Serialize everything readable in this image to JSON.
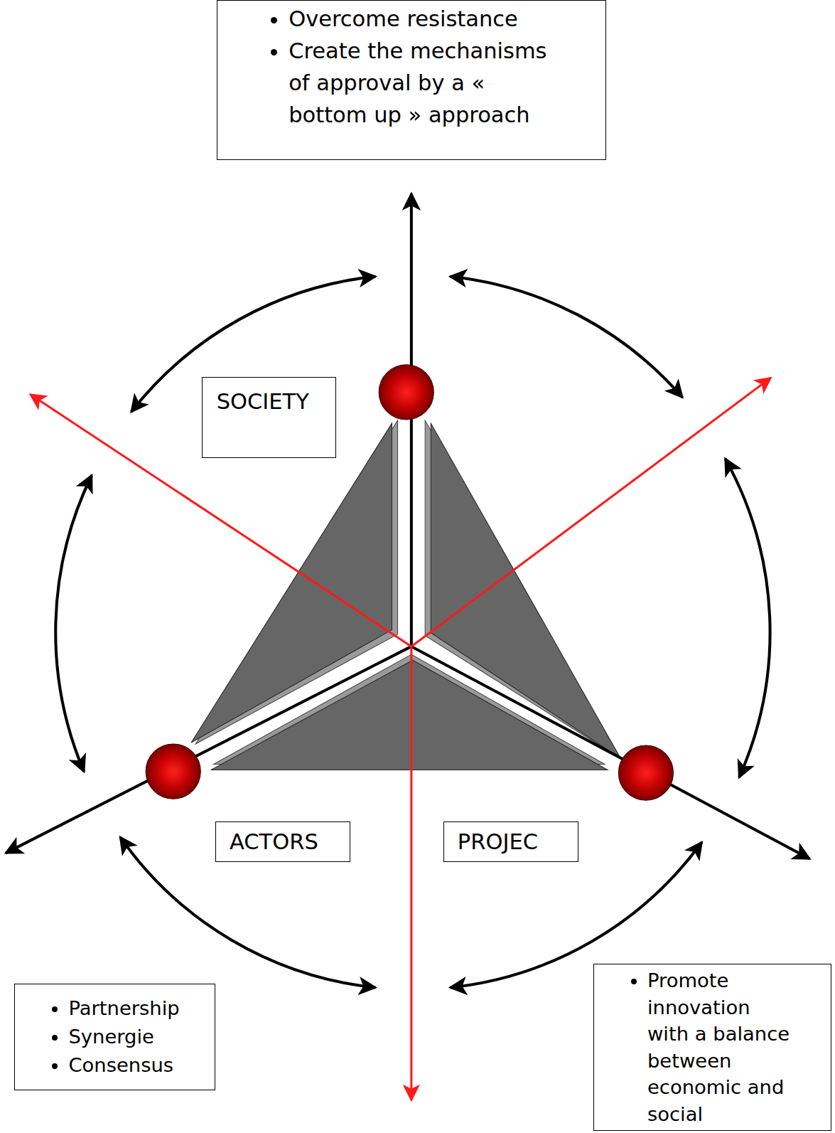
{
  "diagram": {
    "nodes": [
      {
        "text": [
          "Overcome resistance",
          "Create the mechanisms of approval by a « bottom up » approach"
        ]
      },
      {
        "text": [
          "SOCIETY"
        ]
      },
      {
        "text": [
          "ACTORS"
        ]
      },
      {
        "text": [
          "PROJEC"
        ]
      },
      {
        "text": [
          "Partnership",
          "Synergie",
          "Consensus"
        ]
      },
      {
        "text": [
          "Promote innovation with a balance between economic and social"
        ]
      }
    ]
  }
}
